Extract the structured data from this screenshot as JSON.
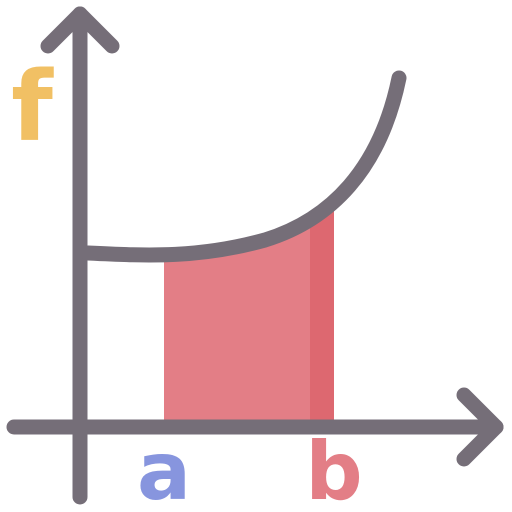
{
  "labels": {
    "function": "f",
    "lower_bound": "a",
    "upper_bound": "b"
  },
  "colors": {
    "axis": "#756e78",
    "curve": "#756e78",
    "area_fill": "#e37e86",
    "area_edge": "#dd6870",
    "label_function": "#f1c064",
    "label_a": "#8795de",
    "label_b": "#e37e86",
    "background": "#ffffff"
  },
  "icon": "definite-integral-area-under-curve-icon"
}
